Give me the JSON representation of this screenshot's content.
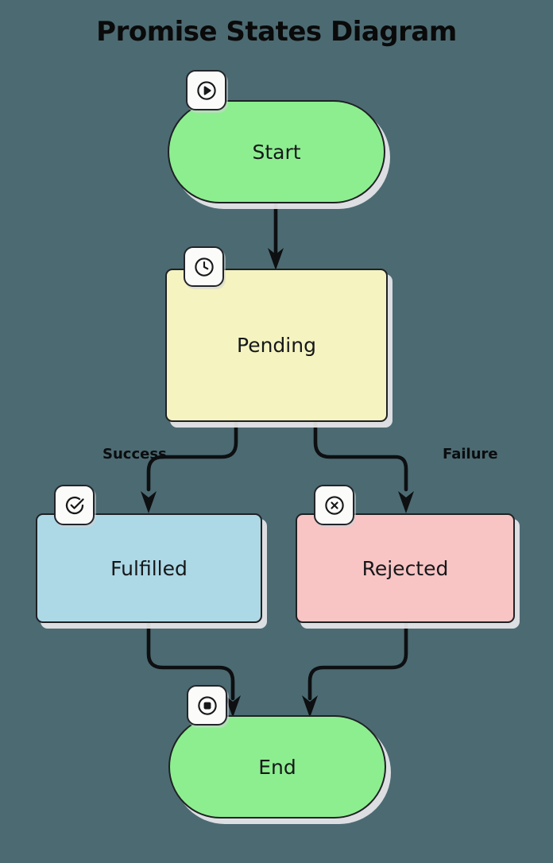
{
  "title": "Promise States Diagram",
  "theme": {
    "background": "#4c6a72",
    "stroke": "#1f2124",
    "text": "#16181a",
    "badge_fill": "#fbfbf9",
    "shadow": "#e8e8ec"
  },
  "chart_data": {
    "type": "diagram",
    "title": "Promise States Diagram",
    "nodes": [
      {
        "id": "start",
        "label": "Start",
        "shape": "stadium",
        "fill": "#8dee90",
        "icon": "play-circle-icon"
      },
      {
        "id": "pending",
        "label": "Pending",
        "shape": "rectangle",
        "fill": "#f5f3c0",
        "icon": "clock-icon"
      },
      {
        "id": "fulfilled",
        "label": "Fulfilled",
        "shape": "rectangle",
        "fill": "#add8e6",
        "icon": "check-circle-icon"
      },
      {
        "id": "rejected",
        "label": "Rejected",
        "shape": "rectangle",
        "fill": "#f8c4c4",
        "icon": "x-circle-icon"
      },
      {
        "id": "end",
        "label": "End",
        "shape": "stadium",
        "fill": "#8dee90",
        "icon": "stop-circle-icon"
      }
    ],
    "edges": [
      {
        "from": "start",
        "to": "pending",
        "label": ""
      },
      {
        "from": "pending",
        "to": "fulfilled",
        "label": "Success"
      },
      {
        "from": "pending",
        "to": "rejected",
        "label": "Failure"
      },
      {
        "from": "fulfilled",
        "to": "end",
        "label": ""
      },
      {
        "from": "rejected",
        "to": "end",
        "label": ""
      }
    ]
  },
  "nodes": {
    "start": {
      "label": "Start"
    },
    "pending": {
      "label": "Pending"
    },
    "fulfilled": {
      "label": "Fulfilled"
    },
    "rejected": {
      "label": "Rejected"
    },
    "end": {
      "label": "End"
    }
  },
  "edge_labels": {
    "success": "Success",
    "failure": "Failure"
  }
}
